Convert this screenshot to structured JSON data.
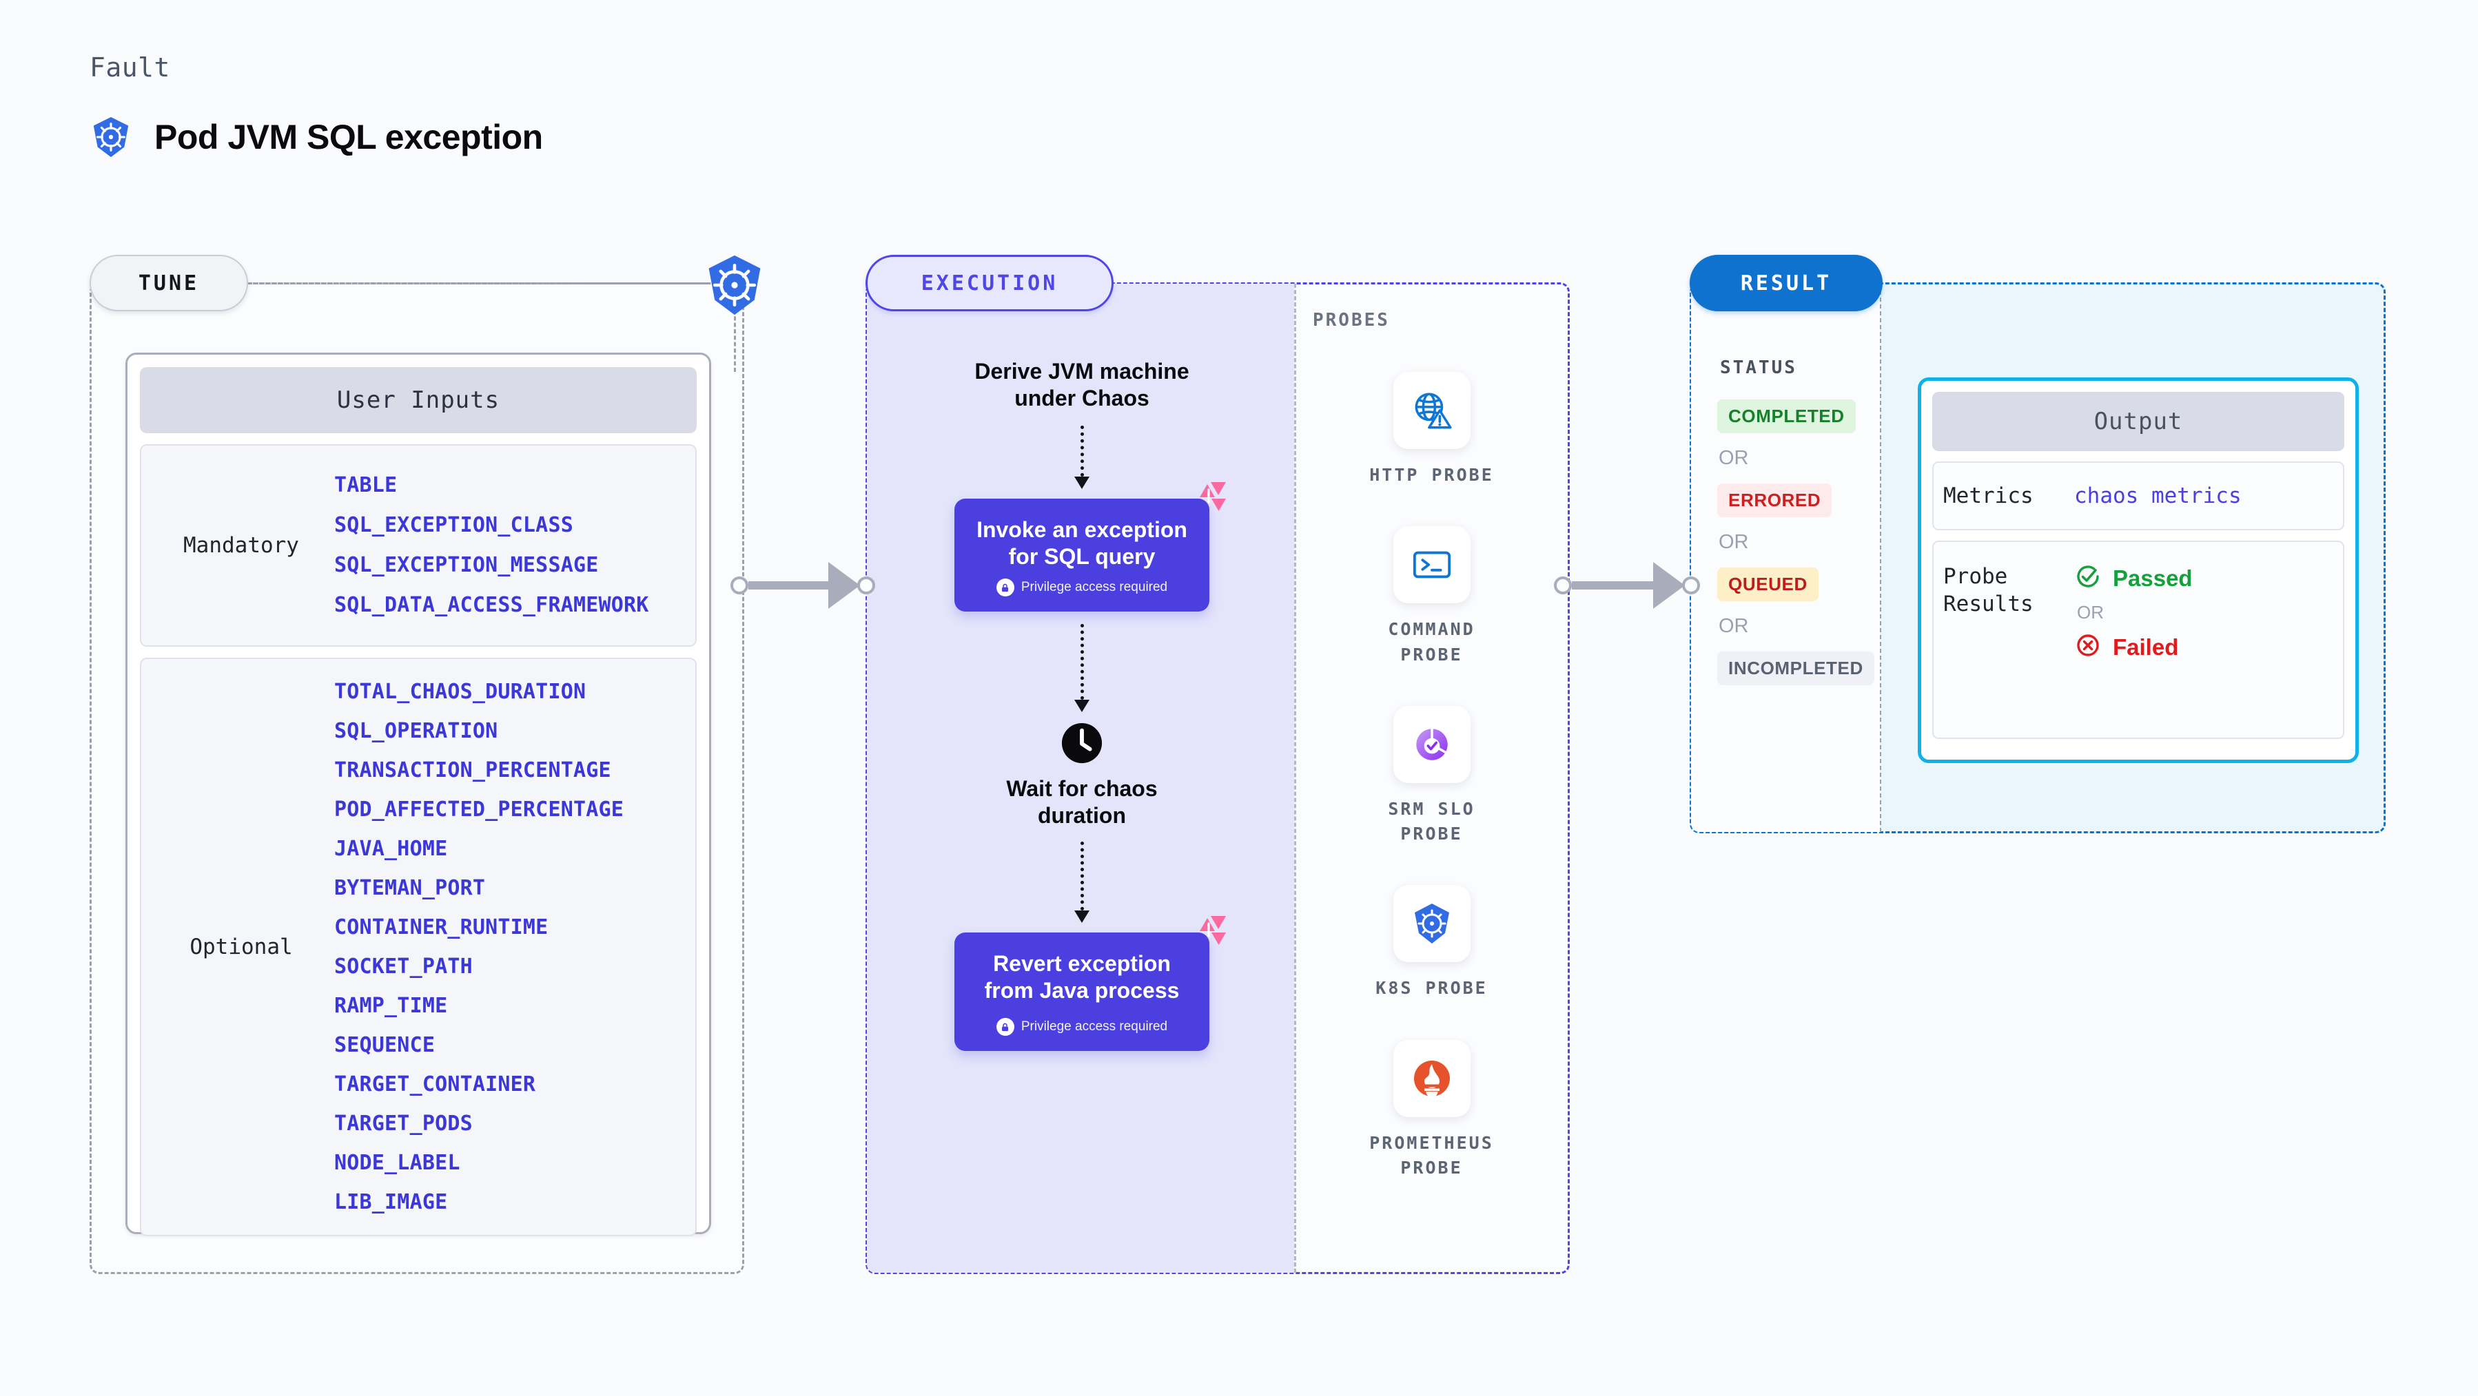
{
  "header": {
    "kicker": "Fault",
    "title": "Pod JVM SQL exception",
    "icon": "kubernetes-icon"
  },
  "sections": {
    "tune": {
      "label": "TUNE"
    },
    "execution": {
      "label": "EXECUTION"
    },
    "result": {
      "label": "RESULT"
    },
    "probes": {
      "label": "PROBES"
    }
  },
  "user_inputs": {
    "card_title": "User Inputs",
    "groups": [
      {
        "label": "Mandatory",
        "items": [
          "TABLE",
          "SQL_EXCEPTION_CLASS",
          "SQL_EXCEPTION_MESSAGE",
          "SQL_DATA_ACCESS_FRAMEWORK"
        ]
      },
      {
        "label": "Optional",
        "items": [
          "TOTAL_CHAOS_DURATION",
          "SQL_OPERATION",
          "TRANSACTION_PERCENTAGE",
          "POD_AFFECTED_PERCENTAGE",
          "JAVA_HOME",
          "BYTEMAN_PORT",
          "CONTAINER_RUNTIME",
          "SOCKET_PATH",
          "RAMP_TIME",
          "SEQUENCE",
          "TARGET_CONTAINER",
          "TARGET_PODS",
          "NODE_LABEL",
          "LIB_IMAGE"
        ]
      }
    ]
  },
  "execution_flow": {
    "step1": {
      "line1": "Derive JVM machine",
      "line2": "under Chaos"
    },
    "step2": {
      "line1": "Invoke an exception",
      "line2": "for SQL query",
      "note": "Privilege access required"
    },
    "step3": {
      "line1": "Wait for chaos",
      "line2": "duration",
      "icon": "clock-icon"
    },
    "step4": {
      "line1": "Revert exception",
      "line2": "from Java process",
      "note": "Privilege access required"
    }
  },
  "probes": [
    {
      "name_line1": "HTTP  PROBE",
      "name_line2": "",
      "icon": "globe-warning-icon"
    },
    {
      "name_line1": "COMMAND",
      "name_line2": "PROBE",
      "icon": "terminal-icon"
    },
    {
      "name_line1": "SRM  SLO",
      "name_line2": "PROBE",
      "icon": "srm-slo-icon"
    },
    {
      "name_line1": "K8S  PROBE",
      "name_line2": "",
      "icon": "kubernetes-icon"
    },
    {
      "name_line1": "PROMETHEUS",
      "name_line2": "PROBE",
      "icon": "prometheus-icon"
    }
  ],
  "result": {
    "status_label": "STATUS",
    "or": "OR",
    "statuses": [
      {
        "text": "COMPLETED",
        "style": "st-completed"
      },
      {
        "text": "ERRORED",
        "style": "st-errored"
      },
      {
        "text": "QUEUED",
        "style": "st-queued"
      },
      {
        "text": "INCOMPLETED",
        "style": "st-incomplete"
      }
    ]
  },
  "output": {
    "card_title": "Output",
    "metrics_key": "Metrics",
    "metrics_value": "chaos metrics",
    "probe_results_key_line1": "Probe",
    "probe_results_key_line2": "Results",
    "passed": "Passed",
    "failed": "Failed",
    "or": "OR"
  },
  "colors": {
    "accent_purple": "#4b3fe0",
    "accent_blue": "#0f72cf",
    "accent_cyan": "#0fb2e8",
    "k8s_blue": "#326ce5",
    "litmus_pink": "#fa6aa0",
    "status_green": "#15812a",
    "status_red": "#cd1f1f",
    "status_amber": "#c01c1c",
    "param_blue": "#3b37d8"
  }
}
